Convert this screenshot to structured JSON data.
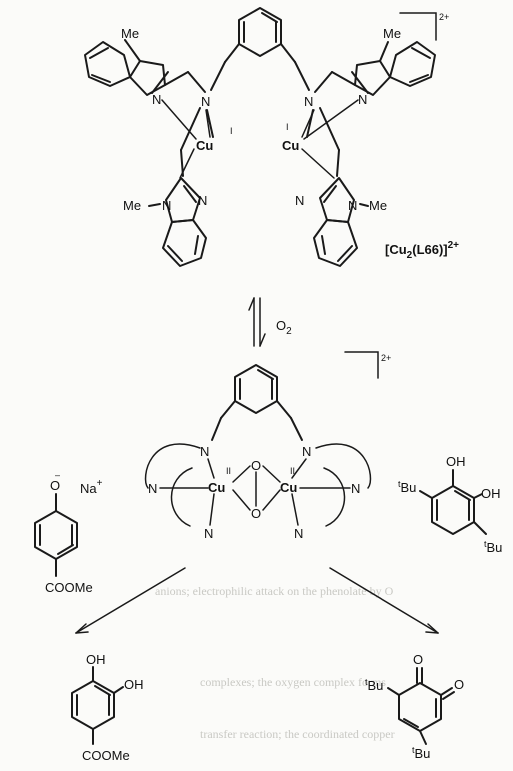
{
  "complex1": {
    "charge": "2+",
    "cu_label": "Cu",
    "ox_state": "I",
    "name_main": "[Cu",
    "name_sub1": "2",
    "name_mid": "(L66)]",
    "name_sup": "2+",
    "n_label": "N",
    "me_label": "Me"
  },
  "reaction": {
    "reagent": "O",
    "reagent_sub": "2"
  },
  "complex2": {
    "charge": "2+",
    "cu_label": "Cu",
    "ox_state": "II",
    "o_label": "O",
    "n_label": "N"
  },
  "left_substrate": {
    "anion": "O",
    "anion_charge": "–",
    "counter_ion": "Na",
    "counter_charge": "+",
    "ester": "COOMe"
  },
  "right_substrate": {
    "oh": "OH",
    "tbu_prefix": "t",
    "tbu": "Bu"
  },
  "left_product": {
    "oh": "OH",
    "ester": "COOMe"
  },
  "right_product": {
    "o": "O",
    "tbu_prefix": "t",
    "tbu": "Bu"
  },
  "show_through": [
    "anions;  electrophilic attack on the phenolate by O",
    "complexes; the oxygen complex forms",
    "transfer reaction; the coordinated copper"
  ]
}
